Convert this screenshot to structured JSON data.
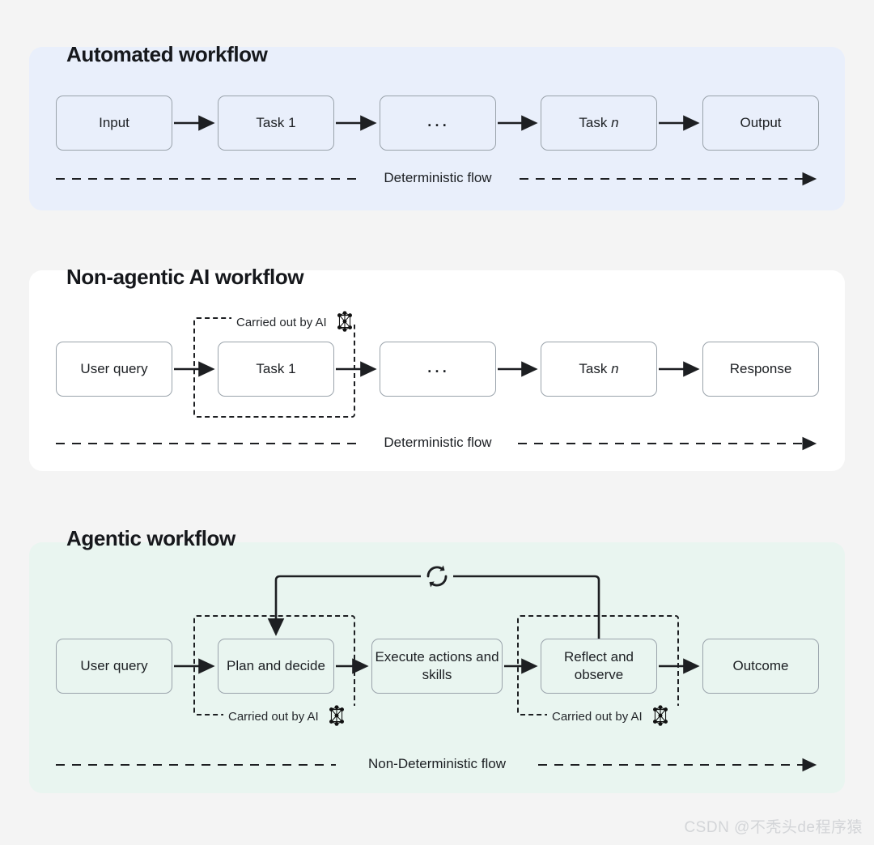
{
  "watermark": "CSDN @不秃头de程序猿",
  "colors": {
    "page_bg": "#f4f4f4",
    "panel_blue": "#e9effb",
    "panel_white": "#ffffff",
    "panel_green": "#e9f5f0",
    "node_border": "#9aa3ab",
    "stroke": "#1d1f22"
  },
  "panels": [
    {
      "id": "automated",
      "title": "Automated workflow",
      "bg": "blue",
      "nodes": [
        {
          "label": "Input"
        },
        {
          "label": "Task 1"
        },
        {
          "label": "...",
          "kind": "ellipsis"
        },
        {
          "label": "Task n",
          "italic_tail": "n",
          "head": "Task "
        },
        {
          "label": "Output"
        }
      ],
      "flow_label": "Deterministic flow",
      "ai_groups": []
    },
    {
      "id": "non-agentic",
      "title": "Non-agentic AI workflow",
      "bg": "white",
      "nodes": [
        {
          "label": "User query"
        },
        {
          "label": "Task 1"
        },
        {
          "label": "...",
          "kind": "ellipsis"
        },
        {
          "label": "Task n",
          "italic_tail": "n",
          "head": "Task "
        },
        {
          "label": "Response"
        }
      ],
      "flow_label": "Deterministic flow",
      "ai_groups": [
        {
          "label": "Carried out by AI",
          "icon": "neural-network-icon",
          "label_position": "top"
        }
      ]
    },
    {
      "id": "agentic",
      "title": "Agentic workflow",
      "bg": "green",
      "nodes": [
        {
          "label": "User query"
        },
        {
          "label": "Plan and decide"
        },
        {
          "label": "Execute actions and skills"
        },
        {
          "label": "Reflect and observe"
        },
        {
          "label": "Outcome"
        }
      ],
      "flow_label": "Non-Deterministic flow",
      "loop_icon": "loop-refresh-icon",
      "ai_groups": [
        {
          "label": "Carried out by AI",
          "icon": "neural-network-icon",
          "label_position": "bottom"
        },
        {
          "label": "Carried out by AI",
          "icon": "neural-network-icon",
          "label_position": "bottom"
        }
      ]
    }
  ]
}
